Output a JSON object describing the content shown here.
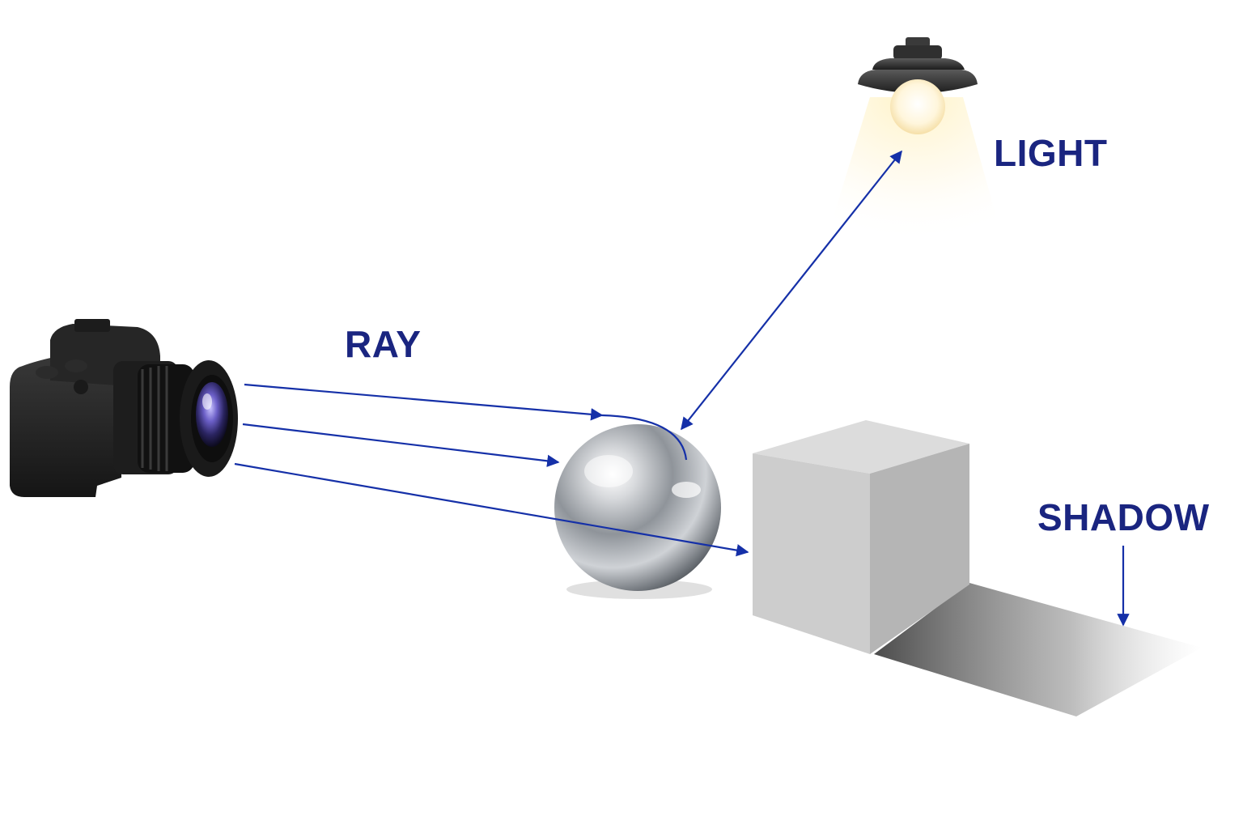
{
  "labels": {
    "ray": "RAY",
    "light": "LIGHT",
    "shadow": "SHADOW"
  },
  "colors": {
    "arrow": "#1530a8",
    "label": "#1a2580",
    "background": "#ffffff"
  },
  "icons": {
    "camera": "camera-icon",
    "lamp": "ceiling-lamp-icon",
    "sphere": "metal-sphere",
    "cube": "gray-cube"
  }
}
